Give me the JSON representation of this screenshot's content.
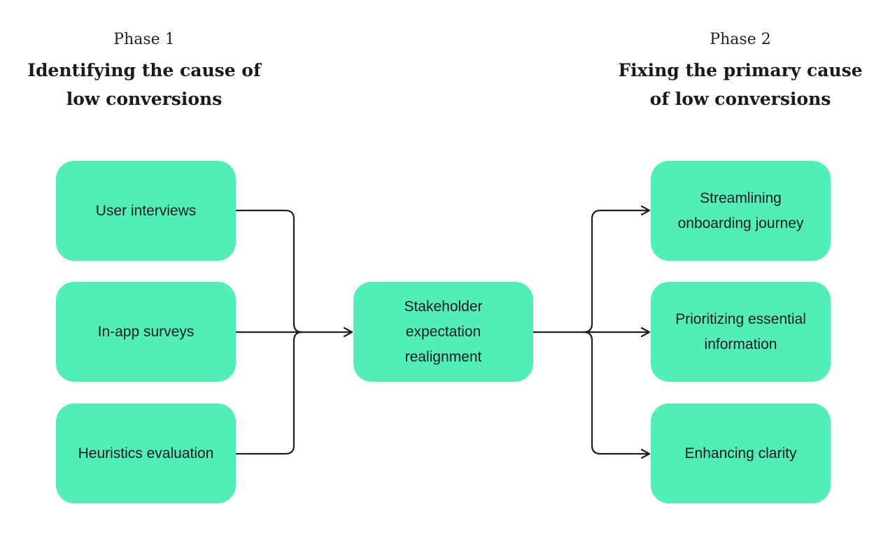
{
  "phase1": {
    "label": "Phase 1",
    "title_line1": "Identifying the cause of",
    "title_line2": "low conversions"
  },
  "phase2": {
    "label": "Phase 2",
    "title_line1": "Fixing the primary cause",
    "title_line2": "of low conversions"
  },
  "inputs": [
    {
      "label": "User interviews"
    },
    {
      "label": "In-app surveys"
    },
    {
      "label": "Heuristics evaluation"
    }
  ],
  "center": {
    "line1": "Stakeholder",
    "line2": "expectation",
    "line3": "realignment"
  },
  "outputs": [
    {
      "line1": "Streamlining",
      "line2": "onboarding journey"
    },
    {
      "line1": "Prioritizing essential",
      "line2": "information"
    },
    {
      "line1": "Enhancing clarity",
      "line2": ""
    }
  ],
  "colors": {
    "node_fill": "#52eeb5",
    "connector": "#1f1f1f",
    "text": "#1d1d1d"
  }
}
